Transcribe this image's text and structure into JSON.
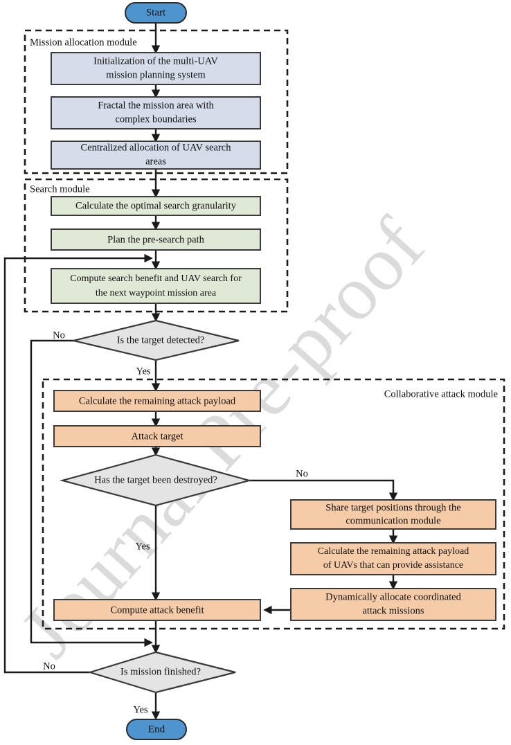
{
  "figure": {
    "type": "flowchart",
    "title": "Multi-UAV mission planning flowchart",
    "watermark": "Journal Pre-proof",
    "colors": {
      "terminal_fill": "#4E95D0",
      "mission_fill": "#D6DCE9",
      "search_fill": "#E0E9D6",
      "attack_fill": "#F6CBA8",
      "decision_fill": "#E4E4E4",
      "stroke": "#3A3A3A",
      "line": "#1A1A1A",
      "watermark": "#c9c9c9"
    }
  },
  "terminals": {
    "start": "Start",
    "end": "End"
  },
  "modules": [
    {
      "id": "mission-allocation-module",
      "label": "Mission allocation module",
      "label_align": "left"
    },
    {
      "id": "search-module",
      "label": "Search module",
      "label_align": "left"
    },
    {
      "id": "collaborative-attack-module",
      "label": "Collaborative attack module",
      "label_align": "right"
    }
  ],
  "nodes": {
    "mission": [
      {
        "id": "init-system",
        "lines": [
          "Initialization of the multi-UAV",
          "mission planning system"
        ]
      },
      {
        "id": "fractal-area",
        "lines": [
          "Fractal the mission area with",
          "complex boundaries"
        ]
      },
      {
        "id": "centralized-allocation",
        "lines": [
          "Centralized allocation of UAV search",
          "areas"
        ]
      }
    ],
    "search": [
      {
        "id": "optimal-granularity",
        "lines": [
          "Calculate the optimal search granularity"
        ]
      },
      {
        "id": "pre-search-path",
        "lines": [
          "Plan the pre-search path"
        ]
      },
      {
        "id": "compute-search-benefit",
        "lines": [
          "Compute search benefit and UAV search for",
          "the next waypoint mission area"
        ]
      }
    ],
    "attack_left": [
      {
        "id": "calculate-remaining-payload",
        "lines": [
          "Calculate the remaining attack payload"
        ]
      },
      {
        "id": "attack-target",
        "lines": [
          "Attack target"
        ]
      },
      {
        "id": "compute-attack-benefit",
        "lines": [
          "Compute attack benefit"
        ]
      }
    ],
    "attack_right": [
      {
        "id": "share-target-positions",
        "lines": [
          "Share target positions through the",
          "communication module"
        ]
      },
      {
        "id": "calculate-assist-payload",
        "lines": [
          "Calculate the remaining attack payload",
          "of UAVs that can provide assistance"
        ]
      },
      {
        "id": "allocate-coordinated-missions",
        "lines": [
          "Dynamically allocate coordinated",
          "attack missions"
        ]
      }
    ]
  },
  "decisions": [
    {
      "id": "is-target-detected",
      "label": "Is the target detected?",
      "yes_label": "Yes",
      "no_label": "No"
    },
    {
      "id": "has-target-been-destroyed",
      "label": "Has the target been destroyed?",
      "yes_label": "Yes",
      "no_label": "No"
    },
    {
      "id": "is-mission-finished",
      "label": "Is mission finished?",
      "yes_label": "Yes",
      "no_label": "No"
    }
  ],
  "edge_labels": {
    "detected_no": "No",
    "detected_yes": "Yes",
    "destroyed_no": "No",
    "destroyed_yes": "Yes",
    "finished_no": "No",
    "finished_yes": "Yes"
  }
}
